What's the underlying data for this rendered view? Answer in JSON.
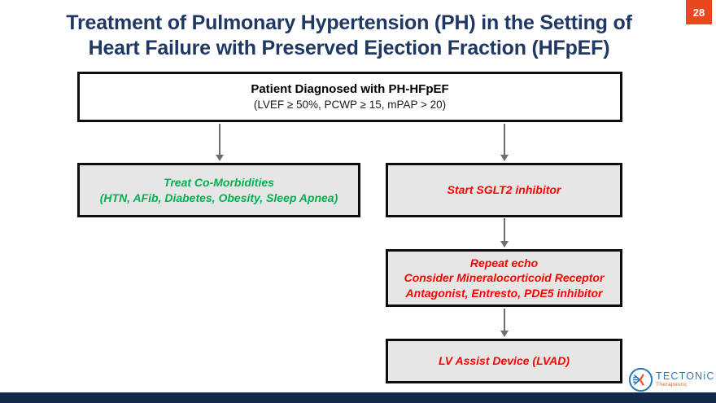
{
  "slide": {
    "page_number": "28",
    "title_line1": "Treatment of Pulmonary Hypertension (PH) in the Setting of",
    "title_line2": "Heart Failure with Preserved Ejection Fraction (HFpEF)"
  },
  "flowchart": {
    "diagnosis_box": {
      "heading": "Patient Diagnosed with PH-HFpEF",
      "criteria": "(LVEF ≥ 50%, PCWP ≥ 15, mPAP > 20)"
    },
    "comorbidities_box": {
      "line1": "Treat Co-Morbidities",
      "line2": "(HTN, AFib, Diabetes, Obesity, Sleep Apnea)"
    },
    "sglt2_box": {
      "label": "Start SGLT2 inhibitor"
    },
    "repeat_echo_box": {
      "line1": "Repeat echo",
      "line2": "Consider Mineralocorticoid Receptor",
      "line3": "Antagonist, Entresto, PDE5 inhibitor"
    },
    "lvad_box": {
      "label": "LV Assist Device (LVAD)"
    }
  },
  "footer": {
    "logo_text": "TECTONiC",
    "logo_subtext": "Therapeutic"
  },
  "colors": {
    "title_navy": "#1F3864",
    "footer_navy": "#142A4C",
    "badge_orange": "#E8481F",
    "text_green": "#00B050",
    "text_red": "#FF0000",
    "box_fill_gray": "#E7E6E6",
    "box_border_black": "#0D0D0D",
    "arrow_gray": "#6F6F6F",
    "logo_blue": "#2E79B9",
    "logo_orange": "#E8581F"
  }
}
